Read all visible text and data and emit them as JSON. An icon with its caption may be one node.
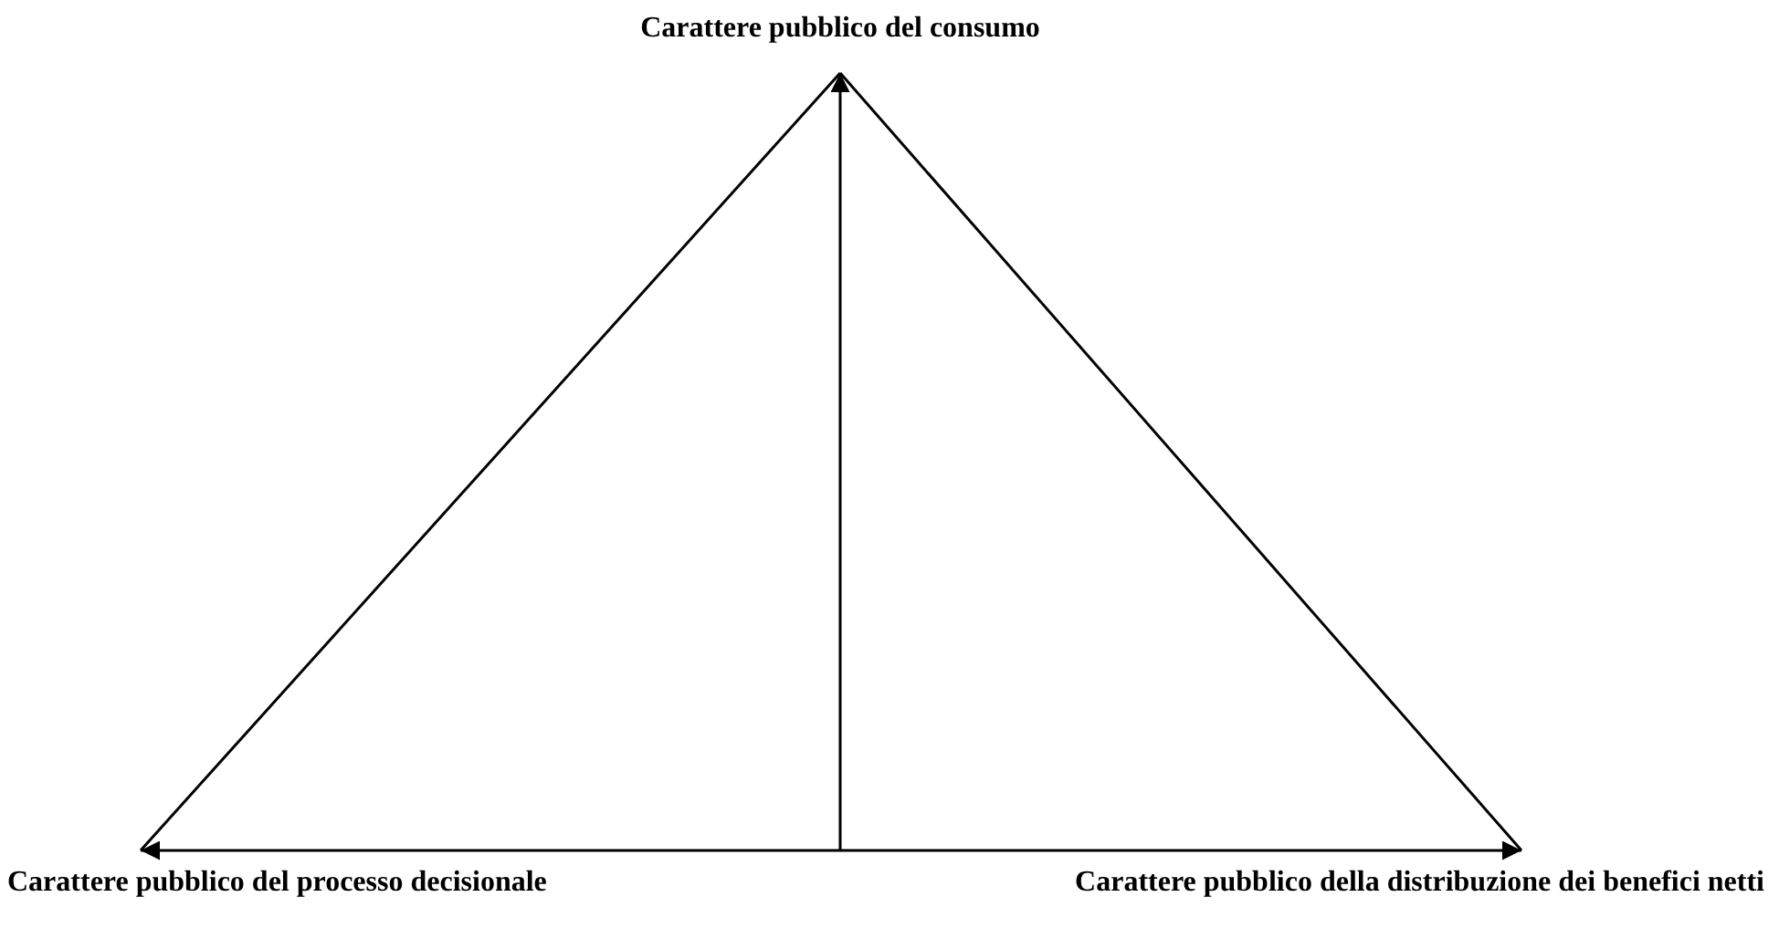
{
  "diagram": {
    "nodes": [
      {
        "text": [
          "Carattere pubblico del consumo"
        ]
      },
      {
        "text": [
          "Carattere pubblico del processo decisionale"
        ]
      },
      {
        "text": [
          "Carattere pubblico della distribuzione dei benefici netti"
        ]
      }
    ],
    "edges": [
      {
        "from": 0,
        "to": 1,
        "arrow": "none"
      },
      {
        "from": 0,
        "to": 2,
        "arrow": "none"
      },
      {
        "from": null,
        "to": 0,
        "arrow": "to"
      },
      {
        "from": null,
        "to": 1,
        "arrow": "to"
      },
      {
        "from": null,
        "to": 2,
        "arrow": "to"
      }
    ]
  }
}
